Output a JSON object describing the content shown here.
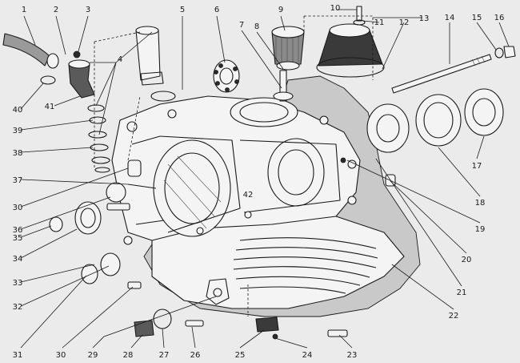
{
  "diagram": {
    "kind": "exploded parts drawing",
    "callouts": [
      {
        "id": "1",
        "label": "1"
      },
      {
        "id": "2",
        "label": "2"
      },
      {
        "id": "3",
        "label": "3"
      },
      {
        "id": "4",
        "label": "4"
      },
      {
        "id": "5",
        "label": "5"
      },
      {
        "id": "6",
        "label": "6"
      },
      {
        "id": "7",
        "label": "7"
      },
      {
        "id": "8",
        "label": "8"
      },
      {
        "id": "9",
        "label": "9"
      },
      {
        "id": "10",
        "label": "10"
      },
      {
        "id": "11",
        "label": "11"
      },
      {
        "id": "12",
        "label": "12"
      },
      {
        "id": "13",
        "label": "13"
      },
      {
        "id": "14",
        "label": "14"
      },
      {
        "id": "15",
        "label": "15"
      },
      {
        "id": "16",
        "label": "16"
      },
      {
        "id": "17",
        "label": "17"
      },
      {
        "id": "18",
        "label": "18"
      },
      {
        "id": "19",
        "label": "19"
      },
      {
        "id": "20",
        "label": "20"
      },
      {
        "id": "21",
        "label": "21"
      },
      {
        "id": "22",
        "label": "22"
      },
      {
        "id": "23",
        "label": "23"
      },
      {
        "id": "24",
        "label": "24"
      },
      {
        "id": "25",
        "label": "25"
      },
      {
        "id": "26",
        "label": "26"
      },
      {
        "id": "27",
        "label": "27"
      },
      {
        "id": "28",
        "label": "28"
      },
      {
        "id": "29",
        "label": "29"
      },
      {
        "id": "30a",
        "label": "30"
      },
      {
        "id": "31",
        "label": "31"
      },
      {
        "id": "32",
        "label": "32"
      },
      {
        "id": "33",
        "label": "33"
      },
      {
        "id": "34",
        "label": "34"
      },
      {
        "id": "35",
        "label": "35"
      },
      {
        "id": "36",
        "label": "36"
      },
      {
        "id": "30b",
        "label": "30"
      },
      {
        "id": "37",
        "label": "37"
      },
      {
        "id": "38",
        "label": "38"
      },
      {
        "id": "39",
        "label": "39"
      },
      {
        "id": "40",
        "label": "40"
      },
      {
        "id": "41",
        "label": "41"
      },
      {
        "id": "42",
        "label": "42"
      }
    ]
  }
}
